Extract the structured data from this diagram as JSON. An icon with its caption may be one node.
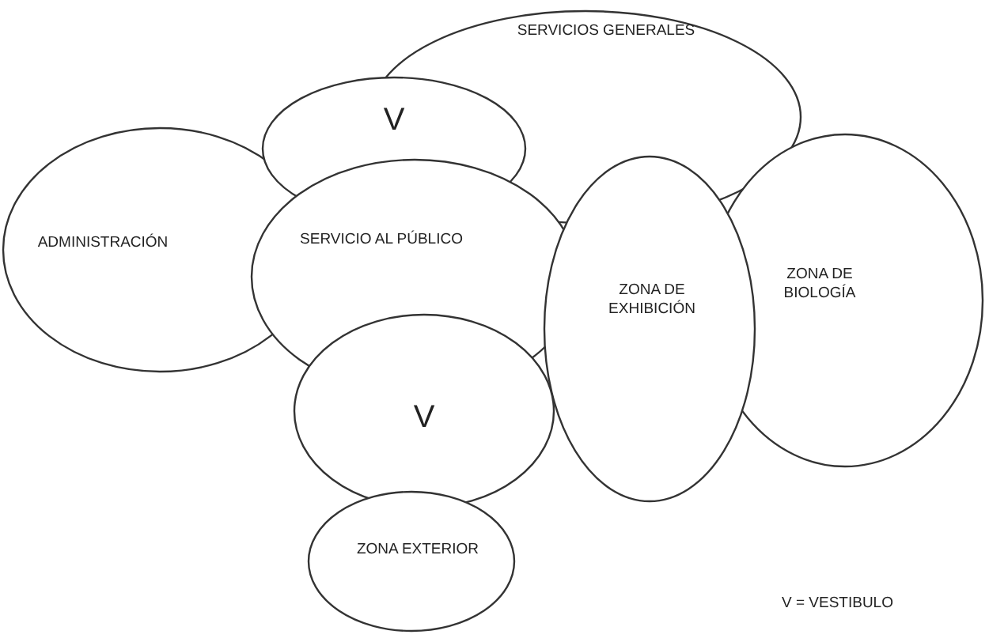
{
  "diagram": {
    "nodes": [
      {
        "text": [
          "SERVICIOS GENERALES"
        ]
      },
      {
        "text": [
          "V"
        ]
      },
      {
        "text": [
          "ADMINISTRACIÓN"
        ]
      },
      {
        "text": [
          "SERVICIO AL PÚBLICO"
        ]
      },
      {
        "text": [
          "ZONA DE EXHIBICIÓN"
        ]
      },
      {
        "text": [
          "ZONA DE BIOLOGÍA"
        ]
      },
      {
        "text": [
          "V"
        ]
      },
      {
        "text": [
          "ZONA EXTERIOR"
        ]
      }
    ],
    "labels": [
      "V = VESTIBULO"
    ]
  }
}
